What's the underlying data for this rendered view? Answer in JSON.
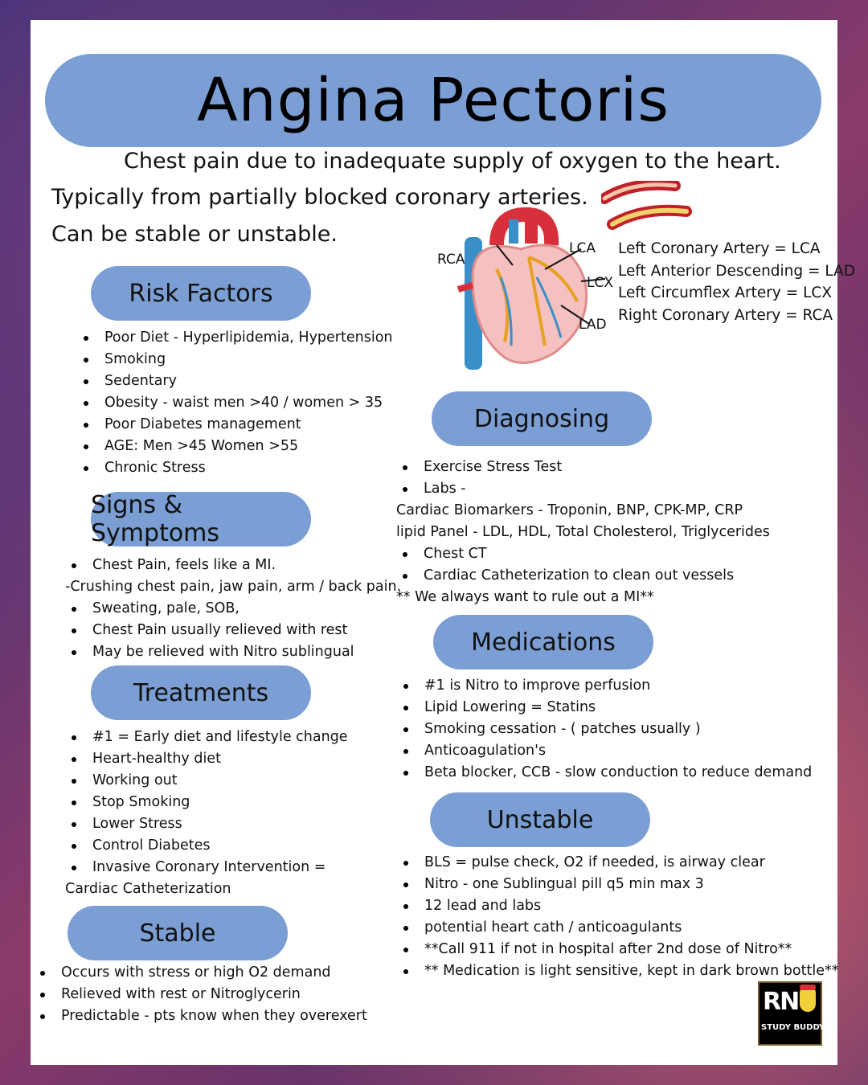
{
  "title": "Angina Pectoris",
  "intro": {
    "line1": "Chest pain due to inadequate supply of oxygen to the heart.",
    "line2": "Typically from partially blocked coronary arteries.",
    "line3": "Can be stable or unstable."
  },
  "heart": {
    "labels": {
      "rca": "RCA",
      "lca": "LCA",
      "lcx": "LCX",
      "lad": "LAD"
    },
    "legend": [
      "Left Coronary Artery = LCA",
      "Left Anterior Descending = LAD",
      "Left Circumflex Artery = LCX",
      "Right Coronary Artery = RCA"
    ]
  },
  "risk_factors": {
    "heading": "Risk Factors",
    "items": [
      "Poor Diet - Hyperlipidemia, Hypertension",
      "Smoking",
      "Sedentary",
      "Obesity - waist men >40 / women > 35",
      "Poor Diabetes management",
      "AGE: Men >45 Women >55",
      "Chronic Stress"
    ]
  },
  "signs": {
    "heading": "Signs & Symptoms",
    "item1": "Chest Pain, feels like a MI.",
    "note": "-Crushing chest pain, jaw pain, arm / back pain.",
    "items": [
      "Sweating, pale, SOB,",
      "Chest Pain usually relieved with rest",
      "May be relieved with Nitro sublingual"
    ]
  },
  "treatments": {
    "heading": "Treatments",
    "items": [
      "#1 = Early diet and lifestyle change",
      "Heart-healthy diet",
      "Working out",
      "Stop Smoking",
      "Lower Stress",
      "Control Diabetes",
      "Invasive Coronary Intervention ="
    ],
    "continuation": "Cardiac Catheterization"
  },
  "stable": {
    "heading": "Stable",
    "items": [
      "Occurs with stress or high O2 demand",
      "Relieved with rest or Nitroglycerin",
      "Predictable - pts know when they overexert"
    ]
  },
  "diagnosing": {
    "heading": "Diagnosing",
    "item1": "Exercise Stress Test",
    "item2": "Labs -",
    "note1": "Cardiac Biomarkers - Troponin, BNP, CPK-MP, CRP",
    "note2": "lipid Panel - LDL, HDL, Total Cholesterol, Triglycerides",
    "item3": "Chest CT",
    "item4": "Cardiac Catheterization to clean out vessels",
    "note3": "** We always want to rule out a MI**"
  },
  "medications": {
    "heading": "Medications",
    "items": [
      "#1 is Nitro to improve perfusion",
      "Lipid Lowering = Statins",
      "Smoking cessation - ( patches usually )",
      "Anticoagulation's",
      "Beta blocker, CCB - slow conduction to reduce demand"
    ]
  },
  "unstable": {
    "heading": "Unstable",
    "items": [
      "BLS = pulse check, O2 if needed, is airway clear",
      "Nitro - one Sublingual pill q5 min max 3",
      "12 lead and labs",
      "potential heart cath / anticoagulants",
      "**Call 911 if not in hospital after 2nd dose of Nitro**",
      "** Medication is light sensitive, kept in dark brown bottle**"
    ]
  },
  "logo": {
    "top": "RN",
    "bottom": "STUDY BUDDY"
  },
  "colors": {
    "pill": "#7b9fd4",
    "background_card": "#ffffff"
  }
}
